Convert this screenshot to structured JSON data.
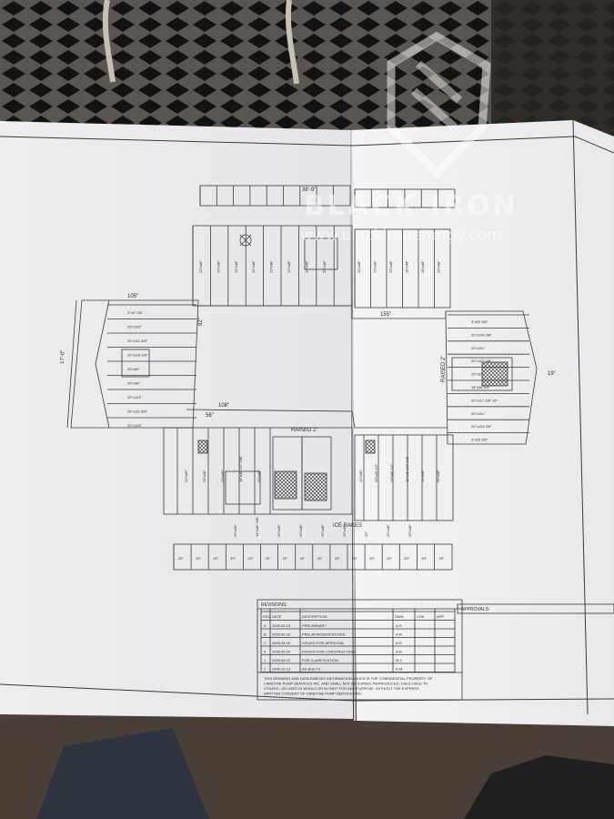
{
  "watermark": {
    "brand": "BLACK IRON",
    "url": "www.blackironenergy.com",
    "icon": "shield-logo"
  },
  "drawing": {
    "dims": {
      "top_overall": "38'-9\"",
      "left_overall": "17'-0\"",
      "top_left_width": "105\"",
      "bottom_width": "108\"",
      "mid_56": "56\"",
      "mid_155": "155\"",
      "right_side": "19\"",
      "raised_top": "RAISED 2\"",
      "raised_right": "RAISED 2\"",
      "raised_bottom": "ICE RAKES",
      "v_92": "92\""
    },
    "top_row_labels": [
      "20\"x48\"",
      "20\"x48\"",
      "20\"x48\"",
      "20\"x48\"",
      "20\"x48\"",
      "20\"x48\"",
      "20\"x48\"",
      "20\"x48\"",
      "20\"x48\"",
      "20\"x48\"",
      "20\"x48\"",
      "20\"x48\"",
      "20\"x48\"",
      "20\"x48\""
    ],
    "left_rows": [
      "3\"x5\" 3/8",
      "20\"x102\"",
      "20\"x111 3/8\"",
      "20\"x119 3/8\"",
      "20\"x40\"",
      "20\"x48\"",
      "20\"x121\"",
      "20\"x111 3/8\"",
      "20\"x104\""
    ],
    "right_rows": [
      "3\"x53 3/8\"",
      "20\"x104 3/8\"",
      "20\"x111\"",
      "20\"x117 3/8\"",
      "20\"x37\"",
      "18\"x36 3/4\"",
      "20\"x117 3/8\" 20\"",
      "20\"x111\"",
      "20\"x104 3/8\"",
      "3\"x53 3/8\""
    ],
    "bottom_labels": [
      "20\"x46\"",
      "20\"x48\"",
      "20\"x48\"",
      "14\"x48 1/2\" 20E",
      "20\"x48\"",
      "20\"x48\"",
      "20\"x46 1/2\"",
      "20\"x48 1/2\"",
      "11\"x48 1/2\" 20E",
      "20\"x48\"",
      "20\"x48\""
    ],
    "bottom_dims": [
      "20\"x46\"",
      "14\"x48\" 20E",
      "20\"x46\"",
      "20\"x48\"",
      "20\"x48\"",
      "20\"x46\"",
      "20\"",
      "20\"x48\"",
      "20\"x48\""
    ],
    "strip_cells": [
      "20\"",
      "20\"",
      "20\"",
      "20\"",
      "20\"",
      "20\"",
      "20\"",
      "20\"",
      "20\"",
      "20\"",
      "20\"",
      "20\"",
      "20\"",
      "20\"",
      "20\"",
      "20\""
    ]
  },
  "title_block": {
    "revisions_header": "REVISIONS:",
    "approvals_header": "APPROVALS:",
    "columns": [
      "REV",
      "DATE",
      "DESCRIPTION",
      "DWN",
      "CHK",
      "APP"
    ],
    "rows": [
      {
        "rev": "A",
        "date": "2005.06.13",
        "desc": "PRELIMINARY",
        "dwn": "A.R."
      },
      {
        "rev": "B",
        "date": "2005.06.15",
        "desc": "PRELIM MODIFICATIONS",
        "dwn": "A.R."
      },
      {
        "rev": "C",
        "date": "2005.06.18",
        "desc": "ISSUED FOR APPROVAL",
        "dwn": "A.R."
      },
      {
        "rev": "0",
        "date": "2005.06.20",
        "desc": "ISSUED FOR CONSTRUCTION",
        "dwn": "A.R."
      },
      {
        "rev": "1",
        "date": "2005.08.22",
        "desc": "FOR CLARIFICATION",
        "dwn": "M.C"
      },
      {
        "rev": "2",
        "date": "2005.10.13",
        "desc": "AS-BUILTS",
        "dwn": "R.M."
      }
    ],
    "notice": [
      "THIS DRAWING AND DATA EMBODY INFORMATION WHICH IS THE CONFIDENTIAL PROPERTY OF",
      "CANDYNE PUMP SERVICES INC. AND SHALL NOT BE COPIED, REPRODUCED, DISCLOSED TO",
      "OTHERS, OR USED IN WHOLE OR IN PART FOR ANY PURPOSE, WITHOUT THE EXPRESS",
      "WRITTEN CONSENT OF CANDYNE PUMP SERVICES INC."
    ]
  }
}
